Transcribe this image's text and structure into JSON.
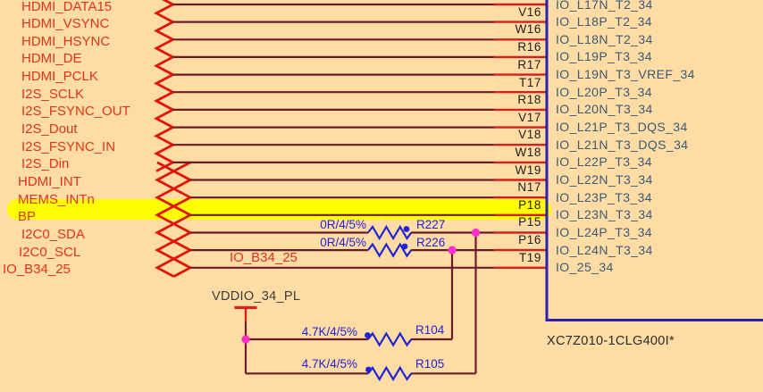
{
  "schematic": {
    "chip": {
      "part_number": "XC7Z010-1CLG400I*"
    },
    "rows": [
      {
        "signal": "HDMI_DATA15",
        "pin": "",
        "io": "IO_L17N_T2_34"
      },
      {
        "signal": "HDMI_VSYNC",
        "pin": "V16",
        "io": "IO_L18P_T2_34"
      },
      {
        "signal": "HDMI_HSYNC",
        "pin": "W16",
        "io": "IO_L18N_T2_34"
      },
      {
        "signal": "HDMI_DE",
        "pin": "R16",
        "io": "IO_L19P_T3_34"
      },
      {
        "signal": "HDMI_PCLK",
        "pin": "R17",
        "io": "IO_L19N_T3_VREF_34"
      },
      {
        "signal": "I2S_SCLK",
        "pin": "T17",
        "io": "IO_L20P_T3_34"
      },
      {
        "signal": "I2S_FSYNC_OUT",
        "pin": "R18",
        "io": "IO_L20N_T3_34"
      },
      {
        "signal": "I2S_Dout",
        "pin": "V17",
        "io": "IO_L21P_T3_DQS_34"
      },
      {
        "signal": "I2S_FSYNC_IN",
        "pin": "V18",
        "io": "IO_L21N_T3_DQS_34"
      },
      {
        "signal": "I2S_Din",
        "pin": "W18",
        "io": "IO_L22P_T3_34"
      },
      {
        "signal": "HDMI_INT",
        "pin": "W19",
        "io": "IO_L22N_T3_34"
      },
      {
        "signal": "MEMS_INTn",
        "pin": "N17",
        "io": "IO_L23P_T3_34"
      },
      {
        "signal": "BP",
        "pin": "P18",
        "io": "IO_L23N_T3_34"
      },
      {
        "signal": "I2C0_SDA",
        "pin": "P15",
        "io": "IO_L24P_T3_34"
      },
      {
        "signal": "I2C0_SCL",
        "pin": "P16",
        "io": "IO_L24N_T3_34"
      },
      {
        "signal": "IO_B34_25",
        "pin": "T19",
        "io": "IO_25_34"
      }
    ],
    "highlight": {
      "signal": "BP",
      "pin": "P18",
      "color": "#FFFF00"
    },
    "resistors": [
      {
        "ref": "R227",
        "value": "0R/4/5%"
      },
      {
        "ref": "R226",
        "value": "0R/4/5%"
      },
      {
        "ref": "R104",
        "value": "4.7K/4/5%"
      },
      {
        "ref": "R105",
        "value": "4.7K/4/5%"
      }
    ],
    "power_net": "VDDIO_34_PL",
    "wire_label": "IO_B34_25",
    "colors": {
      "background": "#FFDCA3",
      "wire": "#6E1B26",
      "pin_stub": "#D42020",
      "net_text": "#E0331F",
      "io_text": "#3A5878",
      "chip_border": "#2A1FB4",
      "resistor": "#2222D6",
      "junction": "#FF2ECC",
      "highlight": "#FFFF00"
    }
  }
}
